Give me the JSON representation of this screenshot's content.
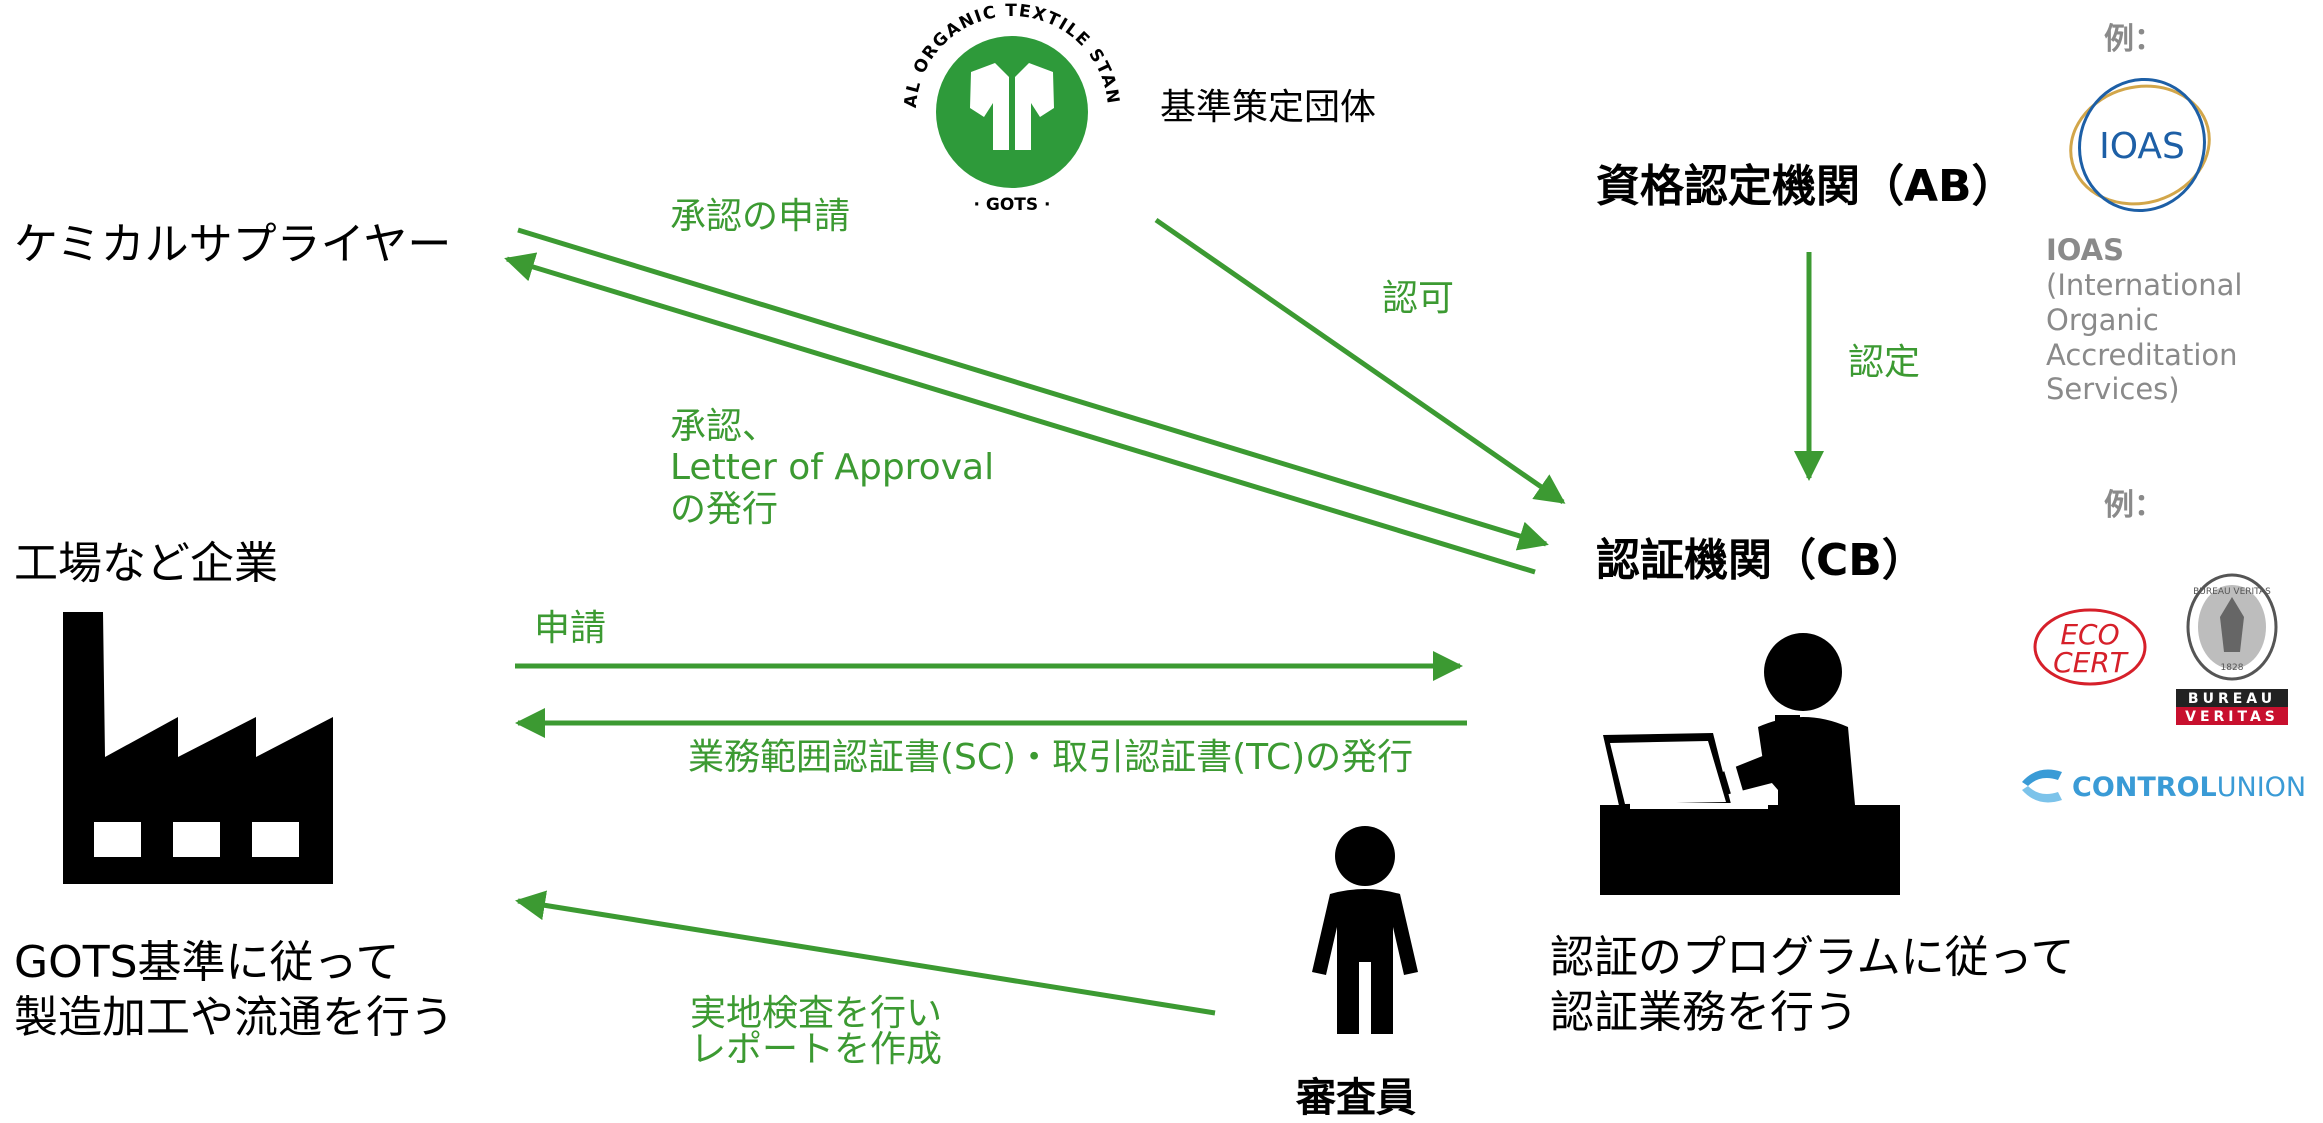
{
  "standard_body": {
    "logo_ring_text": "GLOBAL ORGANIC TEXTILE STANDARD",
    "logo_bottom_text": "· GOTS ·",
    "label": "基準策定団体"
  },
  "nodes": {
    "chemical_supplier": "ケミカルサプライヤー",
    "factory": "工場など企業",
    "factory_desc": [
      "GOTS基準に従って",
      "製造加工や流通を行う"
    ],
    "accreditation_body": "資格認定機関（AB）",
    "certification_body": "認証機関（CB）",
    "cb_desc": [
      "認証のプログラムに従って",
      "認証業務を行う"
    ],
    "auditor": "審査員"
  },
  "flows": {
    "approval_request": "承認の申請",
    "approval_issue": [
      "承認、",
      "Letter of Approval",
      "の発行"
    ],
    "authorization": "認可",
    "accreditation": "認定",
    "application": "申請",
    "certificate_issue": "業務範囲認証書(SC)・取引認証書(TC)の発行",
    "inspection": [
      "実地検査を行い",
      "レポートを作成"
    ]
  },
  "examples": {
    "label_ab": "例：",
    "ioas_logo_text": "IOAS",
    "ioas_name": "IOAS",
    "ioas_full": [
      "(International",
      "Organic",
      "Accreditation",
      "Services)"
    ],
    "label_cb": "例：",
    "ecocert_logo_text": [
      "ECO",
      "CERT"
    ],
    "bureau_veritas_ring": "BUREAU VERITAS",
    "bureau_veritas_year": "1828",
    "bureau_veritas_plate": [
      "BUREAU",
      "VERITAS"
    ],
    "control_union_bold": "CONTROL",
    "control_union_light": "UNION"
  },
  "colors": {
    "flow_green": "#3c9a32",
    "gots_green": "#2e9a3a",
    "label_gray": "#8a8a8a",
    "ioas_blue": "#1d5fa6",
    "ioas_gold": "#d2a64a",
    "ecocert_red": "#d6202a",
    "bv_red": "#c8102e",
    "control_union_blue": "#3a9bd6"
  }
}
